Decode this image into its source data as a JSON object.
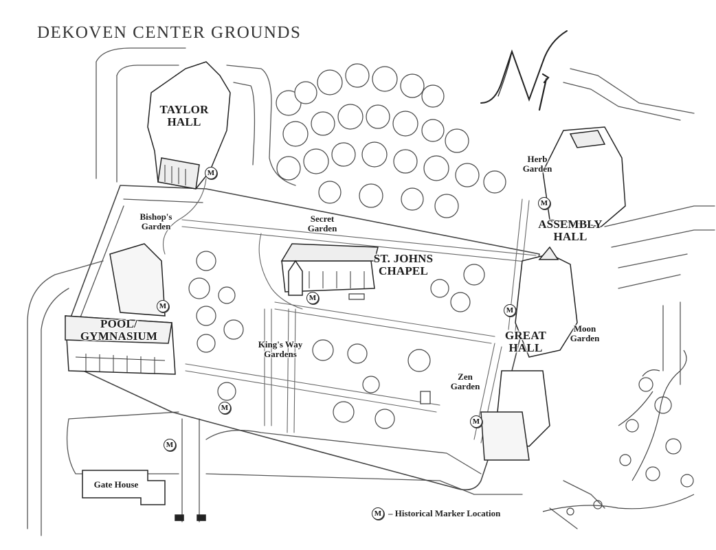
{
  "title": "DEKOVEN CENTER GROUNDS",
  "north_symbol": "N",
  "buildings": {
    "taylor_hall": [
      "TAYLOR",
      "HALL"
    ],
    "assembly_hall": [
      "ASSEMBLY",
      "HALL"
    ],
    "st_johns_chapel": [
      "ST. JOHNS",
      "CHAPEL"
    ],
    "pool_gymnasium": [
      "POOL/",
      "GYMNASIUM"
    ],
    "great_hall": [
      "GREAT",
      "HALL"
    ],
    "gate_house": "Gate House"
  },
  "gardens": {
    "herb": [
      "Herb",
      "Garden"
    ],
    "bishops": [
      "Bishop's",
      "Garden"
    ],
    "secret": [
      "Secret",
      "Garden"
    ],
    "kings_way": [
      "King's Way",
      "Gardens"
    ],
    "moon": [
      "Moon",
      "Garden"
    ],
    "zen": [
      "Zen",
      "Garden"
    ]
  },
  "marker_letter": "M",
  "legend": {
    "marker": "M",
    "text": "– Historical Marker Location"
  }
}
